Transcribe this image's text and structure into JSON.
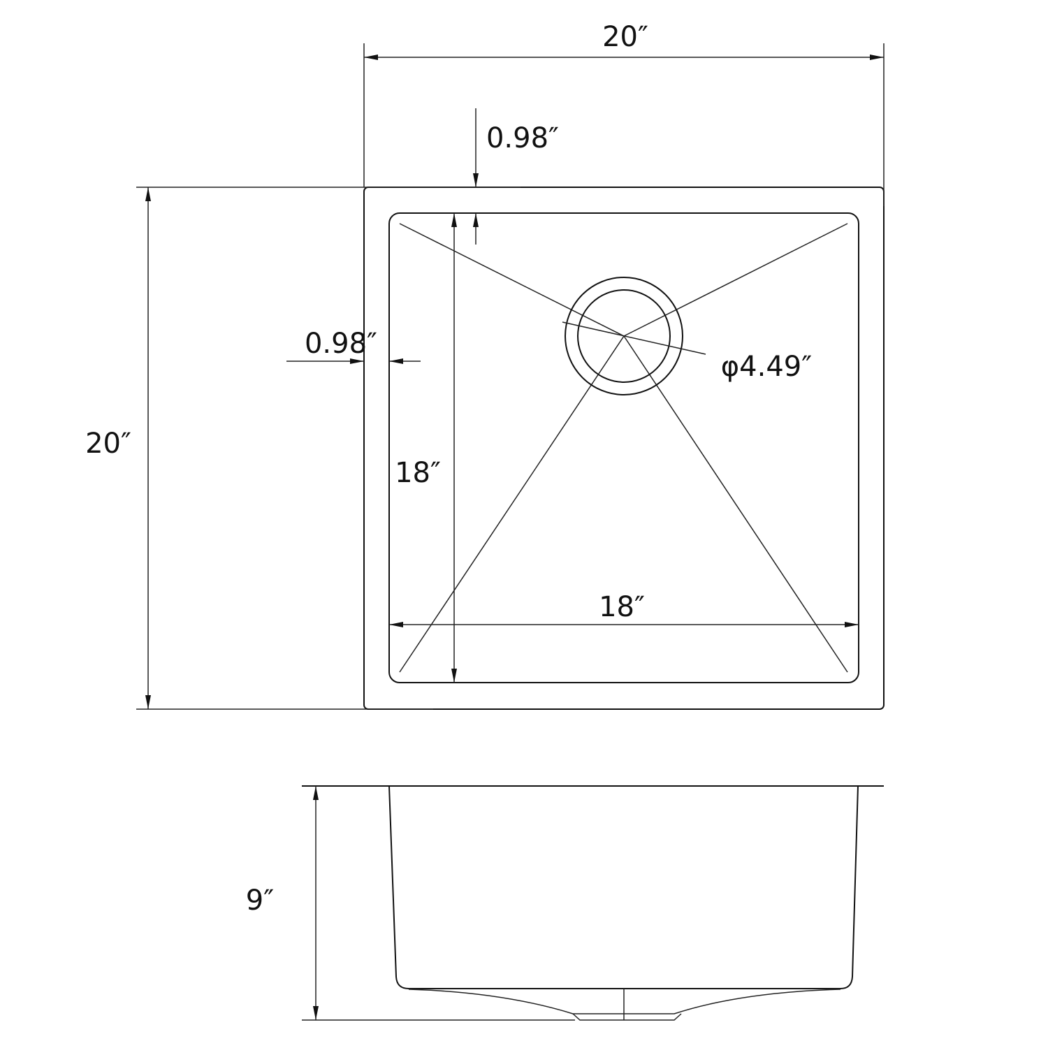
{
  "labels": {
    "overall_width": "20″",
    "rim_top": "0.98″",
    "rim_left": "0.98″",
    "drain_diameter": "φ4.49″",
    "overall_length": "20″",
    "bowl_length": "18″",
    "bowl_width": "18″",
    "depth": "9″"
  }
}
